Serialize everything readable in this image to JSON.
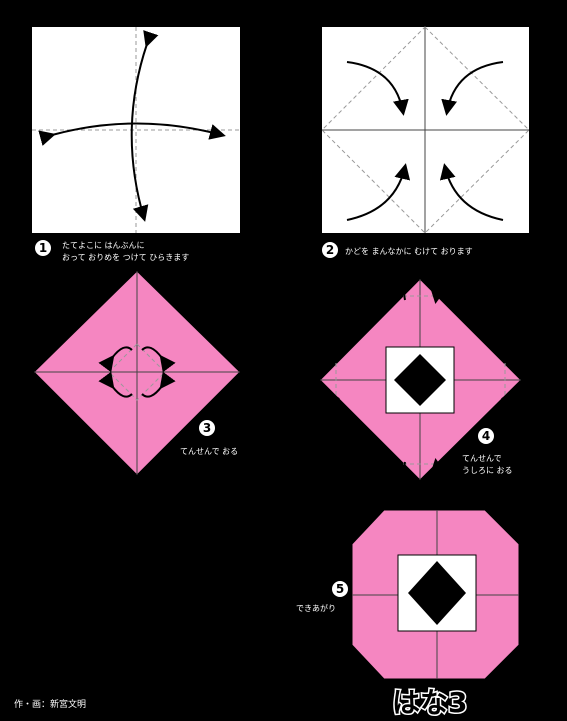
{
  "colors": {
    "background": "#000000",
    "paper_pink": "#f586c1",
    "paper_white": "#ffffff",
    "center_black": "#000000"
  },
  "steps": [
    {
      "number": "1",
      "caption_lines": [
        "たてよこに はんぶんに",
        "おって おりめを つけて ひらきます"
      ]
    },
    {
      "number": "2",
      "caption_lines": [
        "かどを まんなかに むけて おります"
      ]
    },
    {
      "number": "3",
      "caption_lines": [
        "てんせんで おる"
      ]
    },
    {
      "number": "4",
      "caption_lines": [
        "てんせんで",
        "うしろに おる"
      ]
    },
    {
      "number": "5",
      "caption_lines": [
        "できあがり"
      ]
    }
  ],
  "title": "はな3",
  "credit": "作・画：新宮文明"
}
